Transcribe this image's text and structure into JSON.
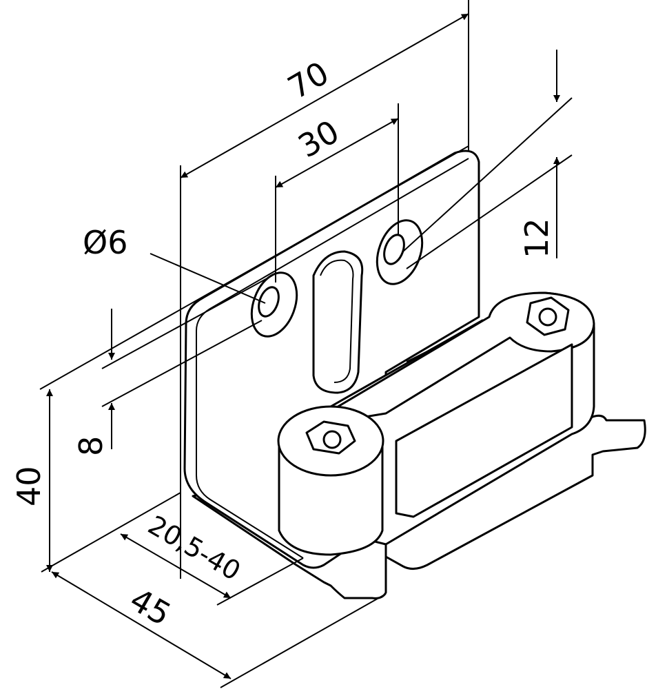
{
  "drawing": {
    "dimensions": {
      "width_overall": "70",
      "hole_spacing": "30",
      "hole_diameter": "Ø6",
      "hole_offset_right": "12",
      "hole_offset_left": "8",
      "height": "40",
      "depth": "45",
      "adjust_range": "20,5-40"
    }
  }
}
